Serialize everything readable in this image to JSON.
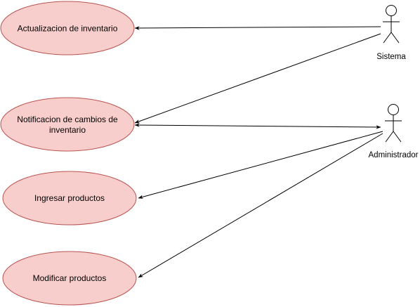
{
  "colors": {
    "usecase_fill": "#f8cecc",
    "usecase_stroke": "#b85450",
    "line": "#000000",
    "text": "#000000"
  },
  "use_cases": [
    {
      "id": "uc1",
      "lines": [
        "Actualizacion de inventario"
      ]
    },
    {
      "id": "uc2",
      "lines": [
        "Notificacion de cambios de",
        "inventario"
      ]
    },
    {
      "id": "uc3",
      "lines": [
        "Ingresar productos"
      ]
    },
    {
      "id": "uc4",
      "lines": [
        "Modificar productos"
      ]
    }
  ],
  "actors": [
    {
      "id": "sistema",
      "label": "Sistema"
    },
    {
      "id": "admin",
      "label": "Administrador"
    }
  ],
  "associations": [
    {
      "from": "sistema",
      "to": "uc1",
      "arrow_end": true,
      "arrow_start": false
    },
    {
      "from": "sistema",
      "to": "uc2",
      "arrow_end": true,
      "arrow_start": false
    },
    {
      "from": "admin",
      "to": "uc2",
      "arrow_end": true,
      "arrow_start": true
    },
    {
      "from": "admin",
      "to": "uc3",
      "arrow_end": true,
      "arrow_start": false
    },
    {
      "from": "admin",
      "to": "uc4",
      "arrow_end": true,
      "arrow_start": false
    }
  ]
}
